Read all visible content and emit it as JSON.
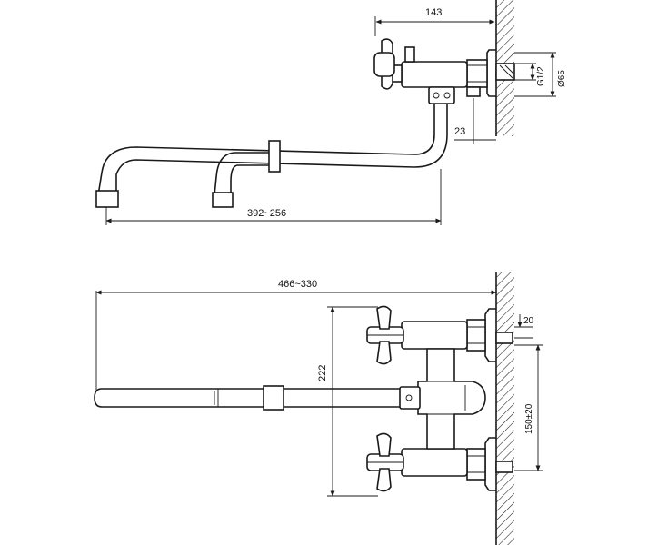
{
  "dimensions": {
    "top_width": "143",
    "thread": "G1/2",
    "flange_diameter": "Ø65",
    "offset": "23",
    "spout_reach_top": "392~256",
    "spout_reach_front": "466~330",
    "height": "222",
    "wall_gap": "20",
    "center_distance": "150±20"
  },
  "colors": {
    "line": "#1a1a1a",
    "background": "#ffffff"
  }
}
